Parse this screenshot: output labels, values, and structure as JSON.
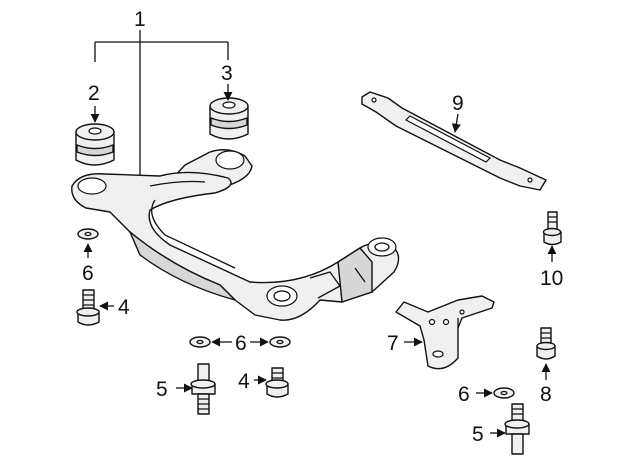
{
  "diagram": {
    "callouts": {
      "c1": "1",
      "c2": "2",
      "c3": "3",
      "c4a": "4",
      "c4b": "4",
      "c5a": "5",
      "c5b": "5",
      "c6a": "6",
      "c6b": "6",
      "c6c": "6",
      "c7": "7",
      "c8": "8",
      "c9": "9",
      "c10": "10"
    }
  }
}
